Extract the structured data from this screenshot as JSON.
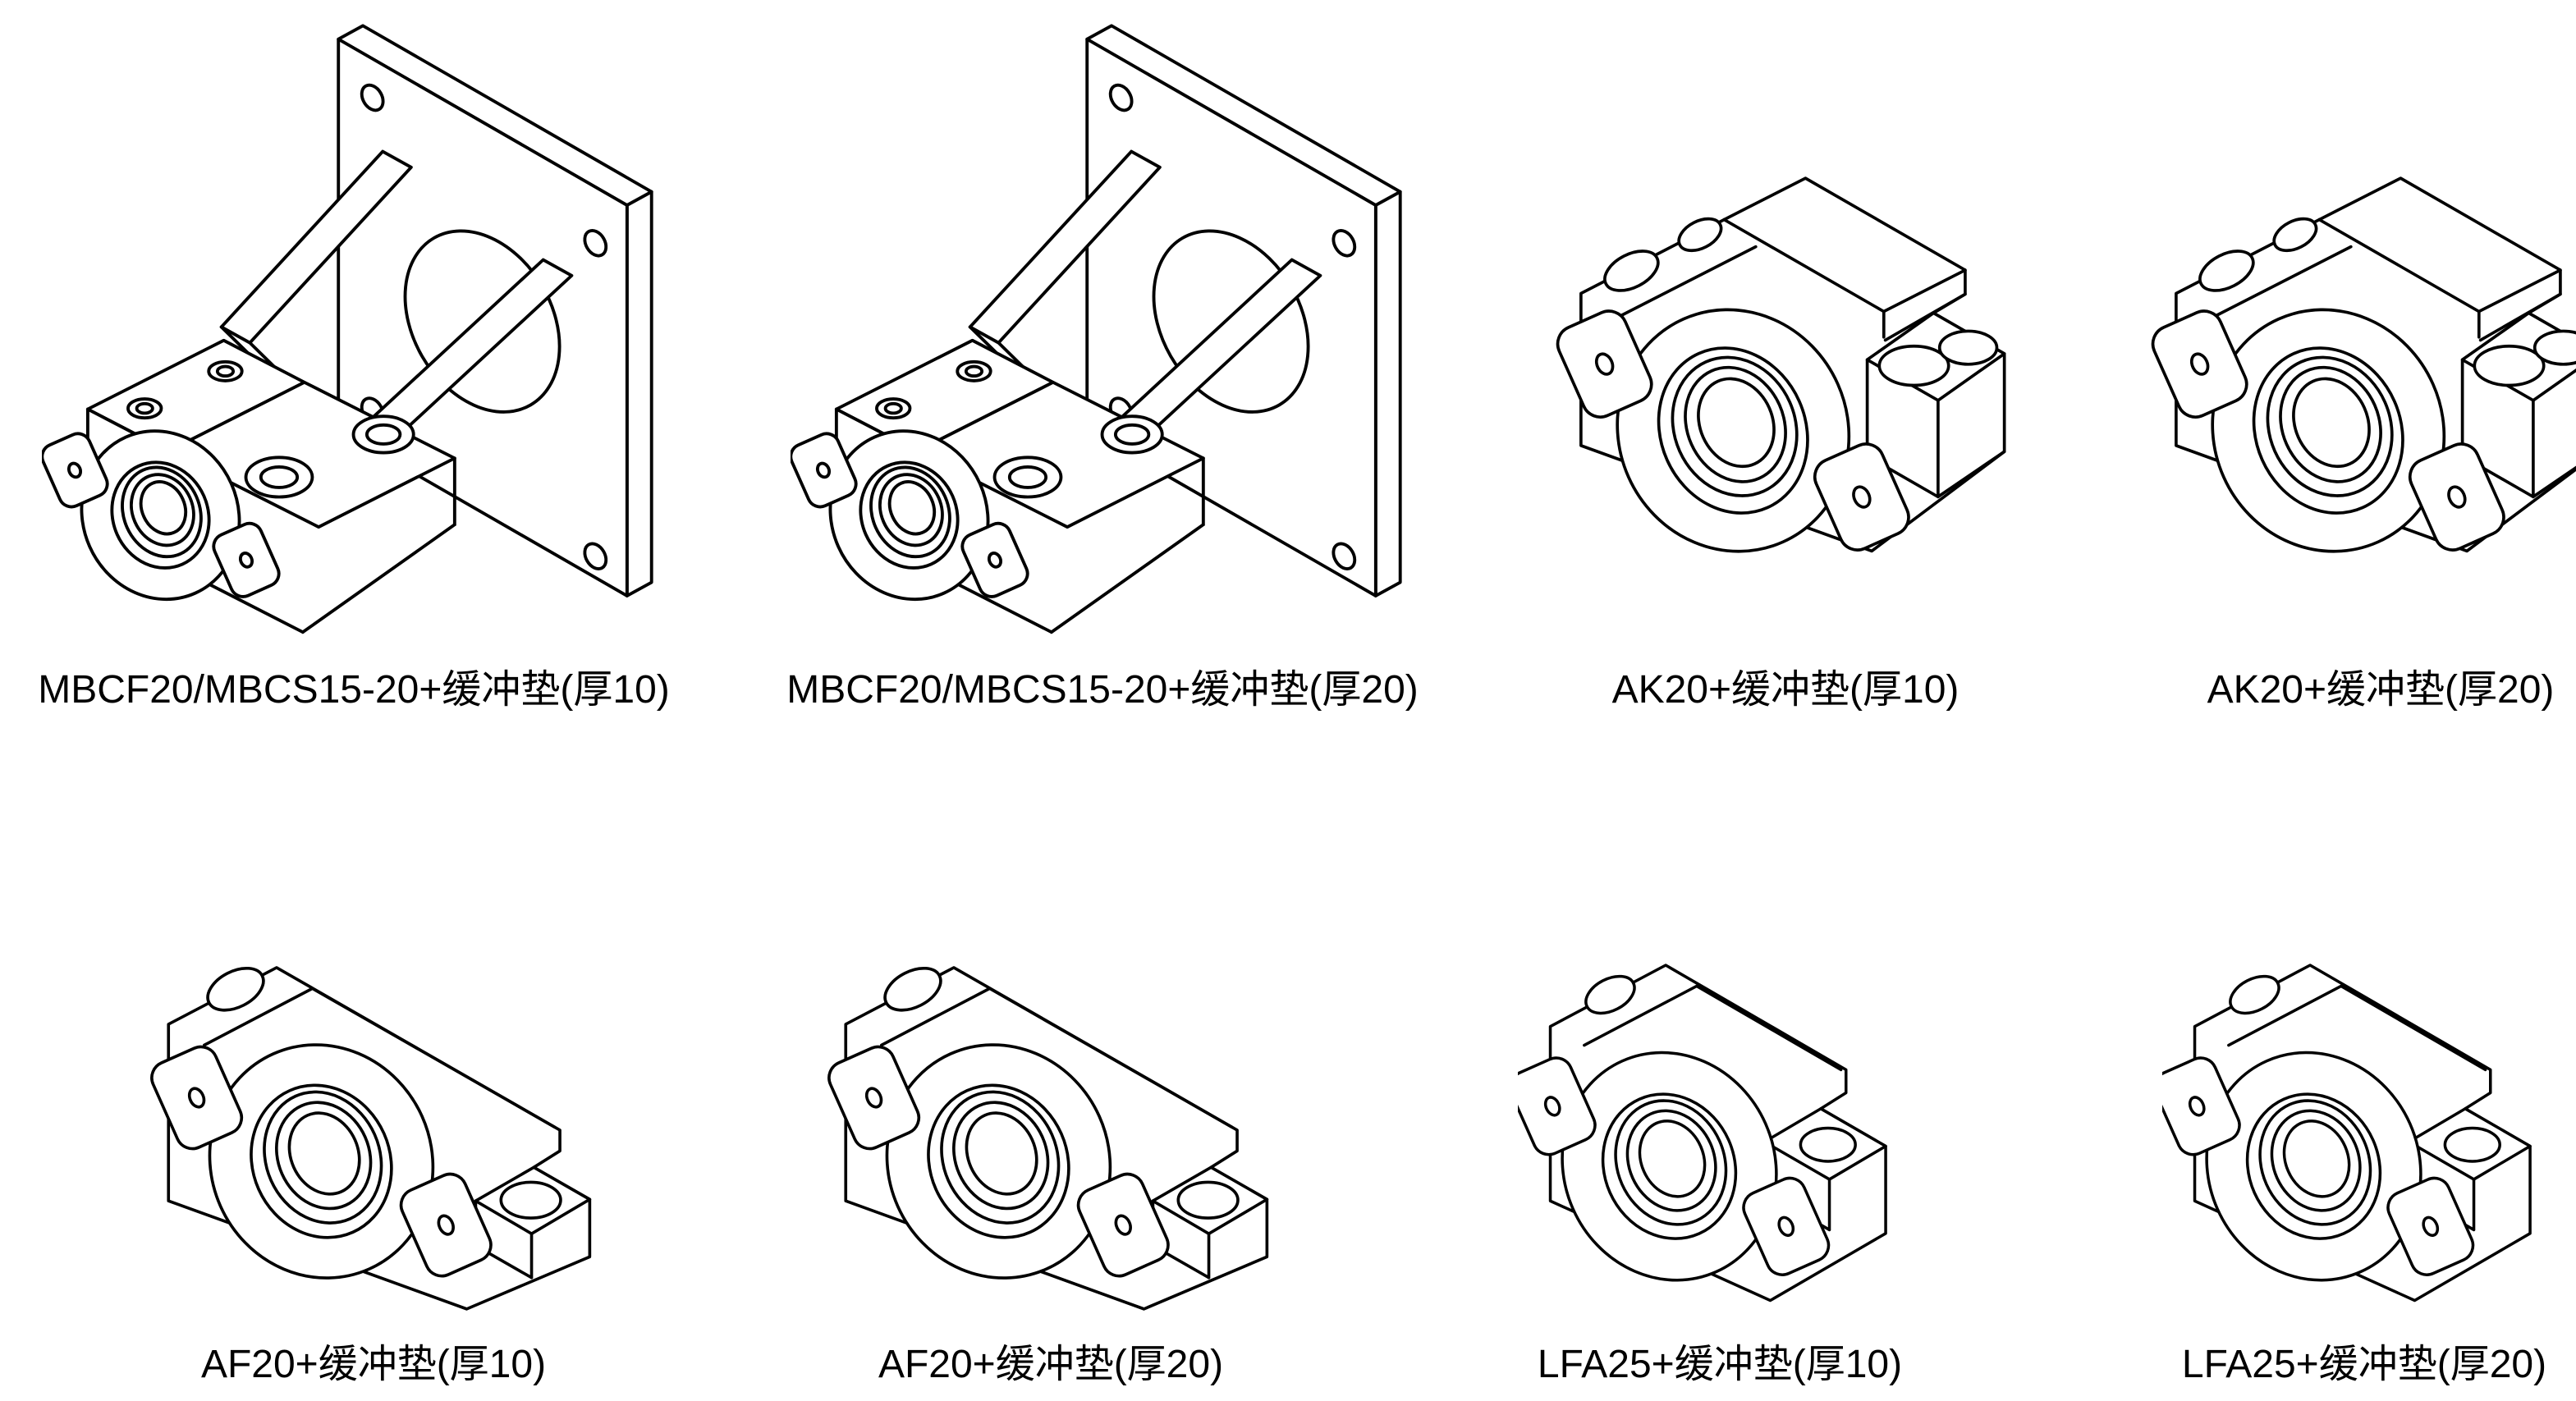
{
  "page": {
    "background": "#ffffff",
    "line_color": "#000000",
    "description": "Ball screw support unit buffer-pad variants, isometric CAD line drawings"
  },
  "figures": [
    {
      "id": "mbcf-pad10",
      "type": "flange-bracket",
      "caption": "MBCF20/MBCS15-20+缓冲垫(厚10)"
    },
    {
      "id": "mbcf-pad20",
      "type": "flange-bracket",
      "caption": "MBCF20/MBCS15-20+缓冲垫(厚20)"
    },
    {
      "id": "ak-pad10",
      "type": "bearing-block",
      "caption": "AK20+缓冲垫(厚10)"
    },
    {
      "id": "ak-pad20",
      "type": "bearing-block",
      "caption": "AK20+缓冲垫(厚20)"
    },
    {
      "id": "af-pad10",
      "type": "bearing-block",
      "caption": "AF20+缓冲垫(厚10)"
    },
    {
      "id": "af-pad20",
      "type": "bearing-block",
      "caption": "AF20+缓冲垫(厚20)"
    },
    {
      "id": "lfa-pad10",
      "type": "bearing-block",
      "caption": "LFA25+缓冲垫(厚10)"
    },
    {
      "id": "lfa-pad20",
      "type": "bearing-block",
      "caption": "LFA25+缓冲垫(厚20)"
    }
  ]
}
